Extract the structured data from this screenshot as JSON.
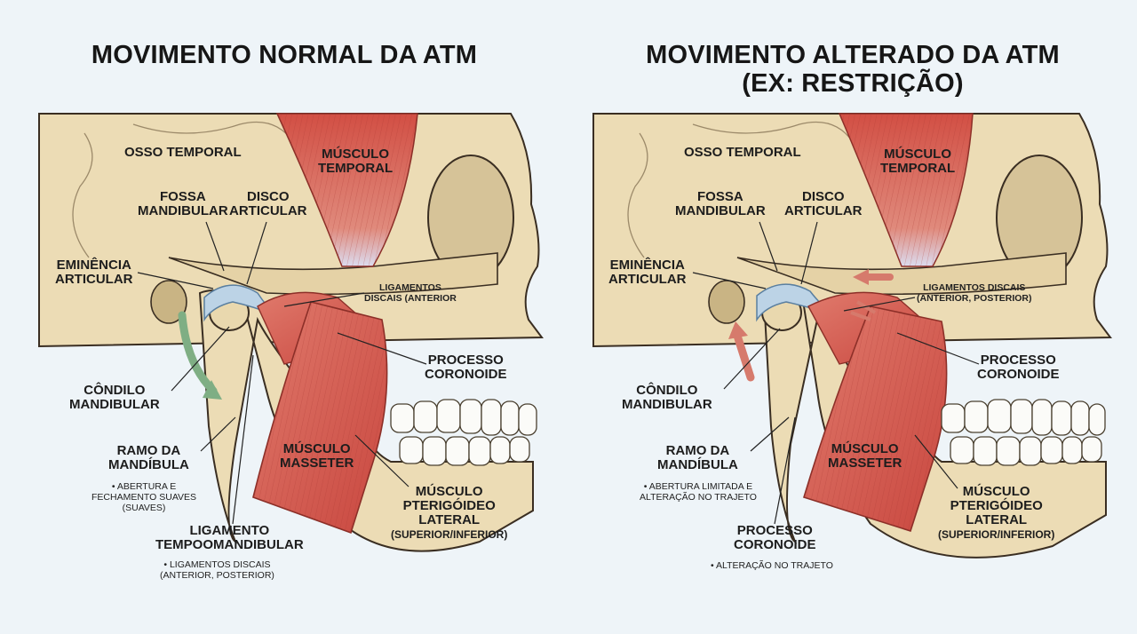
{
  "left": {
    "title": "MOVIMENTO NORMAL DA ATM",
    "labels": {
      "osso_temporal": "OSSO TEMPORAL",
      "musculo_temporal": [
        "MÚSCULO",
        "TEMPORAL"
      ],
      "fossa": [
        "FOSSA",
        "MANDIBULAR"
      ],
      "disco": [
        "DISCO",
        "ARTICULAR"
      ],
      "eminencia": [
        "EMINÊNCIA",
        "ARTICULAR"
      ],
      "ligamentos": [
        "LIGAMENTOS",
        "DISCAIS (ANTERIOR"
      ],
      "processo": [
        "PROCESSO",
        "CORONOIDE"
      ],
      "condilo": [
        "CÔNDILO",
        "MANDIBULAR"
      ],
      "ramo": [
        "RAMO DA",
        "MANDÍBULA"
      ],
      "ramo_note": [
        "• ABERTURA E",
        "FECHAMENTO SUAVES",
        "(SUAVES)"
      ],
      "masseter": [
        "MÚSCULO",
        "MASSETER"
      ],
      "pterigoideo": [
        "MÚSCULO",
        "PTERIGÓIDEO",
        "LATERAL",
        "(SUPERIOR/INFERIOR)"
      ],
      "ligamento_tm": [
        "LIGAMENTO",
        "TEMPOOMANDIBULAR"
      ],
      "ligamento_tm_note": [
        "• LIGAMENTOS DISCAIS",
        "(ANTERIOR, POSTERIOR)"
      ]
    }
  },
  "right": {
    "title": [
      "MOVIMENTO ALTERADO DA ATM",
      "(EX: RESTRIÇÃO)"
    ],
    "labels": {
      "osso_temporal": "OSSO TEMPORAL",
      "musculo_temporal": [
        "MÚSCULO",
        "TEMPORAL"
      ],
      "fossa": [
        "FOSSA",
        "MANDIBULAR"
      ],
      "disco": [
        "DISCO",
        "ARTICULAR"
      ],
      "eminencia": [
        "EMINÊNCIA",
        "ARTICULAR"
      ],
      "ligamentos": [
        "LIGAMENTOS DISCAIS",
        "(ANTERIOR, POSTERIOR)"
      ],
      "processo": [
        "PROCESSO",
        "CORONOIDE"
      ],
      "condilo": [
        "CÔNDILO",
        "MANDIBULAR"
      ],
      "ramo": [
        "RAMO DA",
        "MANDÍBULA"
      ],
      "ramo_note": [
        "• ABERTURA LIMITADA E",
        "ALTERAÇÃO NO TRAJETO"
      ],
      "masseter": [
        "MÚSCULO",
        "MASSETER"
      ],
      "pterigoideo": [
        "MÚSCULO",
        "PTERIGÓIDEO",
        "LATERAL",
        "(SUPERIOR/INFERIOR)"
      ],
      "processo2": [
        "PROCESSO",
        "CORONOIDE"
      ],
      "processo2_note": "• ALTERAÇÃO NO TRAJETO"
    }
  },
  "colors": {
    "bone": "#ecdcb5",
    "bone_outline": "#3a2e22",
    "muscle": "#d7685a",
    "disc": "#bcd3e6",
    "arrow_normal": "#7fae84",
    "arrow_altered": "#d67a6c"
  }
}
